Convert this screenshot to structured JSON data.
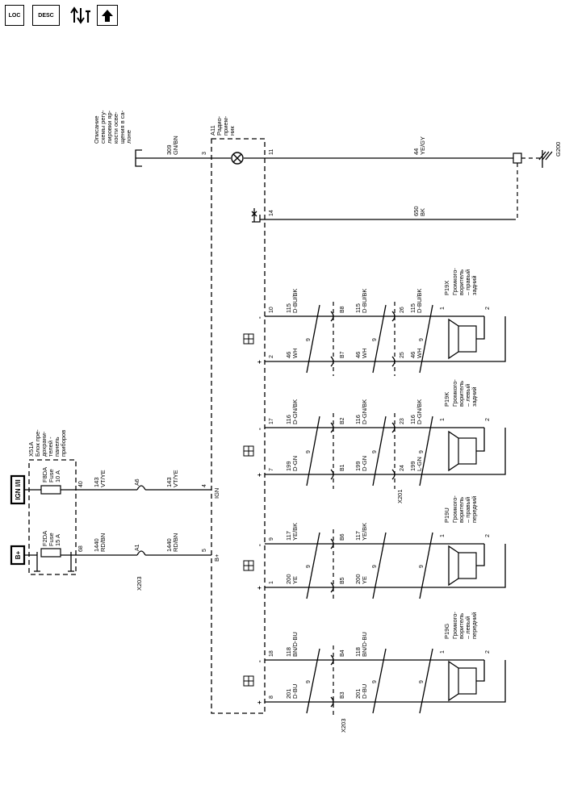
{
  "toolbar": {
    "loc_label": "LOC",
    "desc_label": "DESC",
    "conn_icon": "connector-swap-icon",
    "up_icon": "arrow-up-icon"
  },
  "power": {
    "bplus_label": "B+",
    "ign_label": "IGN I/II"
  },
  "fuse_block": {
    "name": "X51A",
    "desc": [
      "Блок пре-",
      "дохрани-",
      "телей -",
      "панель",
      "приборов"
    ],
    "fuse1": {
      "id": "F2DA",
      "type": "Fuse",
      "rating": "15 A",
      "pin": "68"
    },
    "fuse2": {
      "id": "F8DA",
      "type": "Fuse",
      "rating": "10 A",
      "pin": "40"
    }
  },
  "supply_wires": [
    {
      "num": "1440",
      "color": "RD/BN",
      "conn_pin": "A1",
      "radio_pin": "5",
      "radio_label": "B+"
    },
    {
      "num": "143",
      "color": "VT/YE",
      "conn_pin": "A6",
      "radio_pin": "4",
      "radio_label": "IGN"
    }
  ],
  "connectors": {
    "x203": "X203",
    "x201": "X201"
  },
  "radio": {
    "name": "A11",
    "desc": [
      "Радио-",
      "прием-",
      "ник"
    ]
  },
  "illumination": {
    "desc": [
      "Описание",
      "схемы регу-",
      "лировки яр-",
      "кости осве-",
      "щения в са-",
      "лоне"
    ],
    "num": "309",
    "color": "GN/BN",
    "pin": "3"
  },
  "ground_wire": {
    "num": "44",
    "color": "YE/GY",
    "pin": "11",
    "ground": "G200"
  },
  "antenna_wire": {
    "num": "650",
    "color": "BK",
    "pin": "14"
  },
  "twist_num": "9",
  "speakers": [
    {
      "name": "P19X",
      "desc": [
        "Громкого-",
        "воритель",
        "– правый",
        "задний"
      ],
      "pos_pin": "2",
      "neg_pin": "10",
      "pos_wire_a": {
        "num": "46",
        "color": "WH"
      },
      "neg_wire_a": {
        "num": "115",
        "color": "D-BU/BK"
      },
      "pos_conn": "B7",
      "neg_conn": "B8",
      "pos_wire_b": {
        "num": "46",
        "color": "WH"
      },
      "neg_wire_b": {
        "num": "115",
        "color": "D-BU/BK"
      },
      "pos_conn2": "25",
      "neg_conn2": "26",
      "pos_wire_c": {
        "num": "46",
        "color": "WH"
      },
      "neg_wire_c": {
        "num": "115",
        "color": "D-BU/BK"
      },
      "spk_pin1": "1",
      "spk_pin2": "2"
    },
    {
      "name": "P19K",
      "desc": [
        "Громкого-",
        "воритель",
        "– левый",
        "задний"
      ],
      "pos_pin": "7",
      "neg_pin": "17",
      "pos_wire_a": {
        "num": "199",
        "color": "D-GN"
      },
      "neg_wire_a": {
        "num": "116",
        "color": "D-GN/BK"
      },
      "pos_conn": "B1",
      "neg_conn": "B2",
      "pos_wire_b": {
        "num": "199",
        "color": "D-GN"
      },
      "neg_wire_b": {
        "num": "116",
        "color": "D-GN/BK"
      },
      "pos_conn2": "24",
      "neg_conn2": "23",
      "pos_wire_c": {
        "num": "199",
        "color": "L-GN"
      },
      "neg_wire_c": {
        "num": "116",
        "color": "D-GN/BK"
      },
      "spk_pin1": "1",
      "spk_pin2": "2"
    },
    {
      "name": "P19U",
      "desc": [
        "Громкого-",
        "воритель",
        "– правый",
        "передний"
      ],
      "pos_pin": "1",
      "neg_pin": "9",
      "pos_wire_a": {
        "num": "200",
        "color": "YE"
      },
      "neg_wire_a": {
        "num": "117",
        "color": "YE/BK"
      },
      "pos_conn": "B5",
      "neg_conn": "B6",
      "pos_wire_b": {
        "num": "200",
        "color": "YE"
      },
      "neg_wire_b": {
        "num": "117",
        "color": "YE/BK"
      },
      "spk_pin1": "1",
      "spk_pin2": "2"
    },
    {
      "name": "P19G",
      "desc": [
        "Громкого-",
        "воритель",
        "– левый",
        "передний"
      ],
      "pos_pin": "8",
      "neg_pin": "18",
      "pos_wire_a": {
        "num": "201",
        "color": "D-BU"
      },
      "neg_wire_a": {
        "num": "118",
        "color": "BN/D-BU"
      },
      "pos_conn": "B3",
      "neg_conn": "B4",
      "pos_wire_b": {
        "num": "201",
        "color": "D-BU"
      },
      "neg_wire_b": {
        "num": "118",
        "color": "BN/D-BU"
      },
      "spk_pin1": "1",
      "spk_pin2": "2"
    }
  ]
}
